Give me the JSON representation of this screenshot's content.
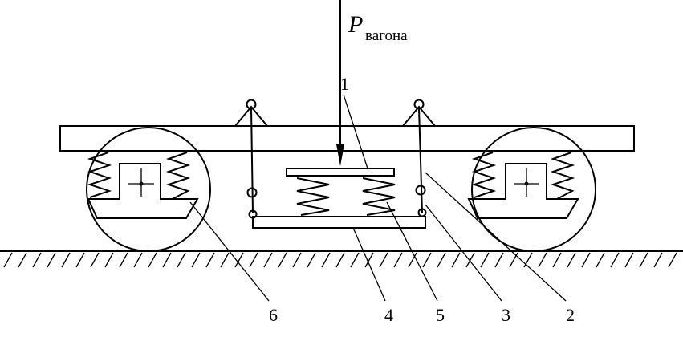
{
  "load": {
    "symbol": "P",
    "subscript": "вагона"
  },
  "labels": {
    "plate_upper": "1",
    "hanger_rod": "2",
    "hinge": "3",
    "plate_lower": "4",
    "central_spring": "5",
    "axle_spring": "6"
  }
}
